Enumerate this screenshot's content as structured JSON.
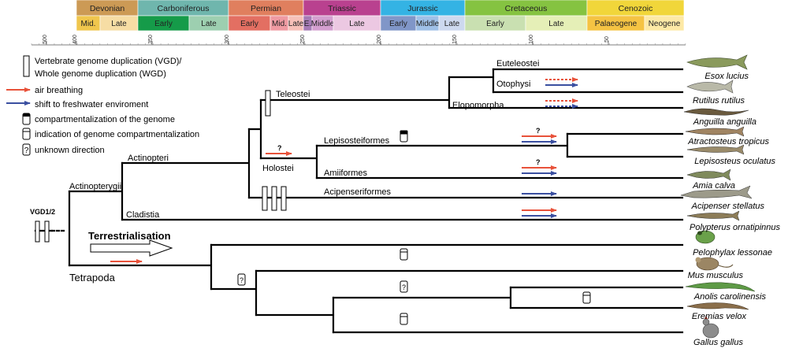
{
  "timescale": {
    "periods": [
      {
        "label": "Devonian",
        "color": "#cc9a55"
      },
      {
        "label": "Carboniferous",
        "color": "#6fb6ad"
      },
      {
        "label": "Permian",
        "color": "#e07f5e"
      },
      {
        "label": "Triassic",
        "color": "#b9418f"
      },
      {
        "label": "Jurassic",
        "color": "#34b3e4"
      },
      {
        "label": "Cretaceous",
        "color": "#85c341"
      },
      {
        "label": "Cenozoic",
        "color": "#f1d63a"
      }
    ],
    "epochs": [
      {
        "label": "Mid.",
        "color": "#f0c64d"
      },
      {
        "label": "Late",
        "color": "#f6dda4"
      },
      {
        "label": "Early",
        "color": "#159b49"
      },
      {
        "label": "Late",
        "color": "#9dcfb0"
      },
      {
        "label": "Early",
        "color": "#e36f62"
      },
      {
        "label": "Mid.",
        "color": "#ef9aa2"
      },
      {
        "label": "Late",
        "color": "#f6c0b8"
      },
      {
        "label": "E.",
        "color": "#a57ab5"
      },
      {
        "label": "Middle",
        "color": "#d49fd0"
      },
      {
        "label": "Late",
        "color": "#ecc8e2"
      },
      {
        "label": "Early",
        "color": "#8096c8"
      },
      {
        "label": "Middle",
        "color": "#9fc0e7"
      },
      {
        "label": "Late",
        "color": "#cdd9ef"
      },
      {
        "label": "Early",
        "color": "#c9e0b1"
      },
      {
        "label": "Late",
        "color": "#e5efb7"
      },
      {
        "label": "Palaeogene",
        "color": "#f5c343"
      },
      {
        "label": "Neogene",
        "color": "#fde9a6"
      }
    ],
    "ticks": [
      "500",
      "400",
      "350",
      "300",
      "250",
      "200",
      "150",
      "100",
      "50"
    ]
  },
  "legend": {
    "vgd": "Vertebrate genome duplication (VGD)/",
    "vgd2": "Whole genome duplication (WGD)",
    "air": "air breathing",
    "fresh": "shift to freshwater enviroment",
    "comp": "compartmentalization of the genome",
    "indication": "indication of genome compartmentalization",
    "unknown": "unknown direction",
    "unknown_symbol": "?"
  },
  "clades": {
    "vgd": "VGD1/2",
    "actinopterygii": "Actinopterygii",
    "actinopteri": "Actinopteri",
    "cladistia": "Cladistia",
    "teleostei": "Teleostei",
    "holostei": "Holostei",
    "euteleostei": "Euteleostei",
    "otophysi": "Otophysi",
    "elopomorpha": "Elopomorpha",
    "lepisosteiformes": "Lepisosteiformes",
    "amiiformes": "Amiiformes",
    "acipenseriformes": "Acipenseriformes",
    "terrestrialisation": "Terrestrialisation",
    "tetrapoda": "Tetrapoda"
  },
  "species": [
    "Esox lucius",
    "Rutilus rutilus",
    "Anguilla anguilla",
    "Atractosteus tropicus",
    "Lepisosteus oculatus",
    "Amia calva",
    "Acipenser stellatus",
    "Polypterus ornatipinnus",
    "Pelophylax lessonae",
    "Mus musculus",
    "Anolis carolinensis",
    "Eremias velox",
    "Gallus gallus"
  ],
  "colors": {
    "air": "#e8523a",
    "fresh": "#3a4fa0",
    "line": "#000000"
  }
}
